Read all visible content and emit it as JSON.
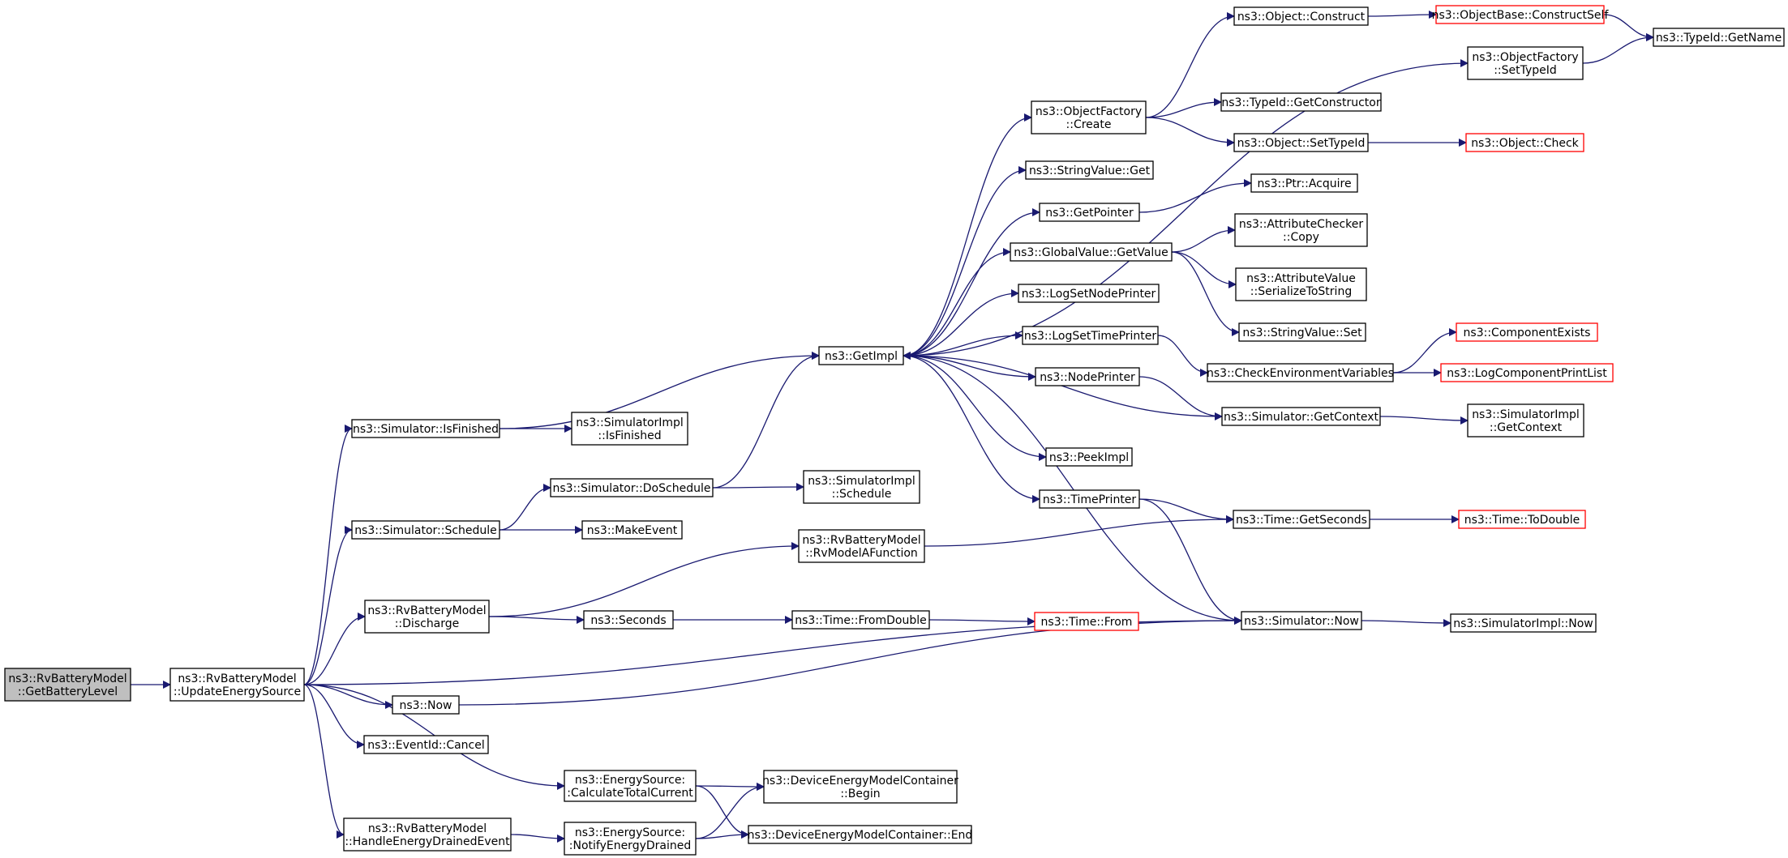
{
  "colors": {
    "edge": "#191970",
    "node_border": "#000000",
    "node_border_truncated": "#ff0000",
    "node_fill": "#ffffff",
    "root_fill": "#bfbfbf"
  },
  "nodes": [
    {
      "id": "getBatteryLevel",
      "lines": [
        "ns3::RvBatteryModel",
        "::GetBatteryLevel"
      ],
      "root": true
    },
    {
      "id": "updateEnergySource",
      "lines": [
        "ns3::RvBatteryModel",
        "::UpdateEnergySource"
      ]
    },
    {
      "id": "simIsFinished",
      "lines": [
        "ns3::Simulator::IsFinished"
      ]
    },
    {
      "id": "simImplIsFinished",
      "lines": [
        "ns3::SimulatorImpl",
        "::IsFinished"
      ]
    },
    {
      "id": "simDoSchedule",
      "lines": [
        "ns3::Simulator::DoSchedule"
      ]
    },
    {
      "id": "simImplSchedule",
      "lines": [
        "ns3::SimulatorImpl",
        "::Schedule"
      ]
    },
    {
      "id": "simSchedule",
      "lines": [
        "ns3::Simulator::Schedule"
      ]
    },
    {
      "id": "makeEvent",
      "lines": [
        "ns3::MakeEvent"
      ]
    },
    {
      "id": "rvDischarge",
      "lines": [
        "ns3::RvBatteryModel",
        "::Discharge"
      ]
    },
    {
      "id": "rvModelAFunction",
      "lines": [
        "ns3::RvBatteryModel",
        "::RvModelAFunction"
      ]
    },
    {
      "id": "seconds",
      "lines": [
        "ns3::Seconds"
      ]
    },
    {
      "id": "timeFromDouble",
      "lines": [
        "ns3::Time::FromDouble"
      ]
    },
    {
      "id": "timeFrom",
      "lines": [
        "ns3::Time::From"
      ],
      "truncated": true
    },
    {
      "id": "ns3Now",
      "lines": [
        "ns3::Now"
      ]
    },
    {
      "id": "eventIdCancel",
      "lines": [
        "ns3::EventId::Cancel"
      ]
    },
    {
      "id": "calcTotalCurrent",
      "lines": [
        "ns3::EnergySource:",
        ":CalculateTotalCurrent"
      ]
    },
    {
      "id": "handleDrained",
      "lines": [
        "ns3::RvBatteryModel",
        "::HandleEnergyDrainedEvent"
      ]
    },
    {
      "id": "notifyDrained",
      "lines": [
        "ns3::EnergySource:",
        ":NotifyEnergyDrained"
      ]
    },
    {
      "id": "demcBegin",
      "lines": [
        "ns3::DeviceEnergyModelContainer",
        "::Begin"
      ]
    },
    {
      "id": "demcEnd",
      "lines": [
        "ns3::DeviceEnergyModelContainer::End"
      ]
    },
    {
      "id": "getImpl",
      "lines": [
        "ns3::GetImpl"
      ]
    },
    {
      "id": "objFactoryCreate",
      "lines": [
        "ns3::ObjectFactory",
        "::Create"
      ]
    },
    {
      "id": "objectConstruct",
      "lines": [
        "ns3::Object::Construct"
      ]
    },
    {
      "id": "objBaseConstructSelf",
      "lines": [
        "ns3::ObjectBase::ConstructSelf"
      ],
      "truncated": true
    },
    {
      "id": "typeIdGetName",
      "lines": [
        "ns3::TypeId::GetName"
      ]
    },
    {
      "id": "objFactorySetTypeId",
      "lines": [
        "ns3::ObjectFactory",
        "::SetTypeId"
      ]
    },
    {
      "id": "typeIdGetConstructor",
      "lines": [
        "ns3::TypeId::GetConstructor"
      ]
    },
    {
      "id": "objectSetTypeId",
      "lines": [
        "ns3::Object::SetTypeId"
      ]
    },
    {
      "id": "objectCheck",
      "lines": [
        "ns3::Object::Check"
      ],
      "truncated": true
    },
    {
      "id": "stringValueGet",
      "lines": [
        "ns3::StringValue::Get"
      ]
    },
    {
      "id": "getPointer",
      "lines": [
        "ns3::GetPointer"
      ]
    },
    {
      "id": "ptrAcquire",
      "lines": [
        "ns3::Ptr::Acquire"
      ]
    },
    {
      "id": "globalValueGetValue",
      "lines": [
        "ns3::GlobalValue::GetValue"
      ]
    },
    {
      "id": "attrCheckerCopy",
      "lines": [
        "ns3::AttributeChecker",
        "::Copy"
      ]
    },
    {
      "id": "attrValueSerialize",
      "lines": [
        "ns3::AttributeValue",
        "::SerializeToString"
      ]
    },
    {
      "id": "stringValueSet",
      "lines": [
        "ns3::StringValue::Set"
      ]
    },
    {
      "id": "logSetNodePrinter",
      "lines": [
        "ns3::LogSetNodePrinter"
      ]
    },
    {
      "id": "logSetTimePrinter",
      "lines": [
        "ns3::LogSetTimePrinter"
      ]
    },
    {
      "id": "checkEnvVars",
      "lines": [
        "ns3::CheckEnvironmentVariables"
      ]
    },
    {
      "id": "componentExists",
      "lines": [
        "ns3::ComponentExists"
      ],
      "truncated": true
    },
    {
      "id": "logComponentPrintList",
      "lines": [
        "ns3::LogComponentPrintList"
      ],
      "truncated": true
    },
    {
      "id": "nodePrinter",
      "lines": [
        "ns3::NodePrinter"
      ]
    },
    {
      "id": "simGetContext",
      "lines": [
        "ns3::Simulator::GetContext"
      ]
    },
    {
      "id": "simImplGetContext",
      "lines": [
        "ns3::SimulatorImpl",
        "::GetContext"
      ]
    },
    {
      "id": "peekImpl",
      "lines": [
        "ns3::PeekImpl"
      ]
    },
    {
      "id": "timePrinter",
      "lines": [
        "ns3::TimePrinter"
      ]
    },
    {
      "id": "timeGetSeconds",
      "lines": [
        "ns3::Time::GetSeconds"
      ]
    },
    {
      "id": "timeToDouble",
      "lines": [
        "ns3::Time::ToDouble"
      ],
      "truncated": true
    },
    {
      "id": "simNow",
      "lines": [
        "ns3::Simulator::Now"
      ]
    },
    {
      "id": "simImplNow",
      "lines": [
        "ns3::SimulatorImpl::Now"
      ]
    }
  ],
  "edges": [
    [
      "getBatteryLevel",
      "updateEnergySource"
    ],
    [
      "updateEnergySource",
      "simIsFinished"
    ],
    [
      "updateEnergySource",
      "simSchedule"
    ],
    [
      "updateEnergySource",
      "rvDischarge"
    ],
    [
      "updateEnergySource",
      "simNow"
    ],
    [
      "updateEnergySource",
      "ns3Now"
    ],
    [
      "updateEnergySource",
      "eventIdCancel"
    ],
    [
      "updateEnergySource",
      "calcTotalCurrent"
    ],
    [
      "updateEnergySource",
      "handleDrained"
    ],
    [
      "simIsFinished",
      "getImpl"
    ],
    [
      "simIsFinished",
      "simImplIsFinished"
    ],
    [
      "simSchedule",
      "simDoSchedule"
    ],
    [
      "simSchedule",
      "makeEvent"
    ],
    [
      "simDoSchedule",
      "getImpl"
    ],
    [
      "simDoSchedule",
      "simImplSchedule"
    ],
    [
      "rvDischarge",
      "rvModelAFunction"
    ],
    [
      "rvDischarge",
      "seconds"
    ],
    [
      "seconds",
      "timeFromDouble"
    ],
    [
      "timeFromDouble",
      "timeFrom"
    ],
    [
      "rvModelAFunction",
      "timeGetSeconds"
    ],
    [
      "ns3Now",
      "simNow"
    ],
    [
      "calcTotalCurrent",
      "demcBegin"
    ],
    [
      "calcTotalCurrent",
      "demcEnd"
    ],
    [
      "handleDrained",
      "notifyDrained"
    ],
    [
      "notifyDrained",
      "demcBegin"
    ],
    [
      "notifyDrained",
      "demcEnd"
    ],
    [
      "getImpl",
      "objFactoryCreate"
    ],
    [
      "getImpl",
      "objFactorySetTypeId"
    ],
    [
      "getImpl",
      "stringValueGet"
    ],
    [
      "getImpl",
      "getPointer"
    ],
    [
      "getImpl",
      "globalValueGetValue"
    ],
    [
      "getImpl",
      "logSetNodePrinter"
    ],
    [
      "getImpl",
      "logSetTimePrinter"
    ],
    [
      "getImpl",
      "nodePrinter"
    ],
    [
      "getImpl",
      "peekImpl"
    ],
    [
      "getImpl",
      "timePrinter"
    ],
    [
      "objFactoryCreate",
      "objectConstruct"
    ],
    [
      "objFactoryCreate",
      "typeIdGetConstructor"
    ],
    [
      "objFactoryCreate",
      "objectSetTypeId"
    ],
    [
      "objectConstruct",
      "objBaseConstructSelf"
    ],
    [
      "objBaseConstructSelf",
      "typeIdGetName"
    ],
    [
      "objFactorySetTypeId",
      "typeIdGetName"
    ],
    [
      "objectSetTypeId",
      "objectCheck"
    ],
    [
      "getPointer",
      "ptrAcquire"
    ],
    [
      "globalValueGetValue",
      "attrCheckerCopy"
    ],
    [
      "globalValueGetValue",
      "attrValueSerialize"
    ],
    [
      "globalValueGetValue",
      "stringValueSet"
    ],
    [
      "logSetTimePrinter",
      "checkEnvVars"
    ],
    [
      "checkEnvVars",
      "componentExists"
    ],
    [
      "checkEnvVars",
      "logComponentPrintList"
    ],
    [
      "nodePrinter",
      "simGetContext"
    ],
    [
      "simGetContext",
      "getImpl"
    ],
    [
      "simGetContext",
      "simImplGetContext"
    ],
    [
      "timePrinter",
      "timeGetSeconds"
    ],
    [
      "timePrinter",
      "simNow"
    ],
    [
      "timeGetSeconds",
      "timeToDouble"
    ],
    [
      "simNow",
      "getImpl"
    ],
    [
      "simNow",
      "simImplNow"
    ]
  ]
}
